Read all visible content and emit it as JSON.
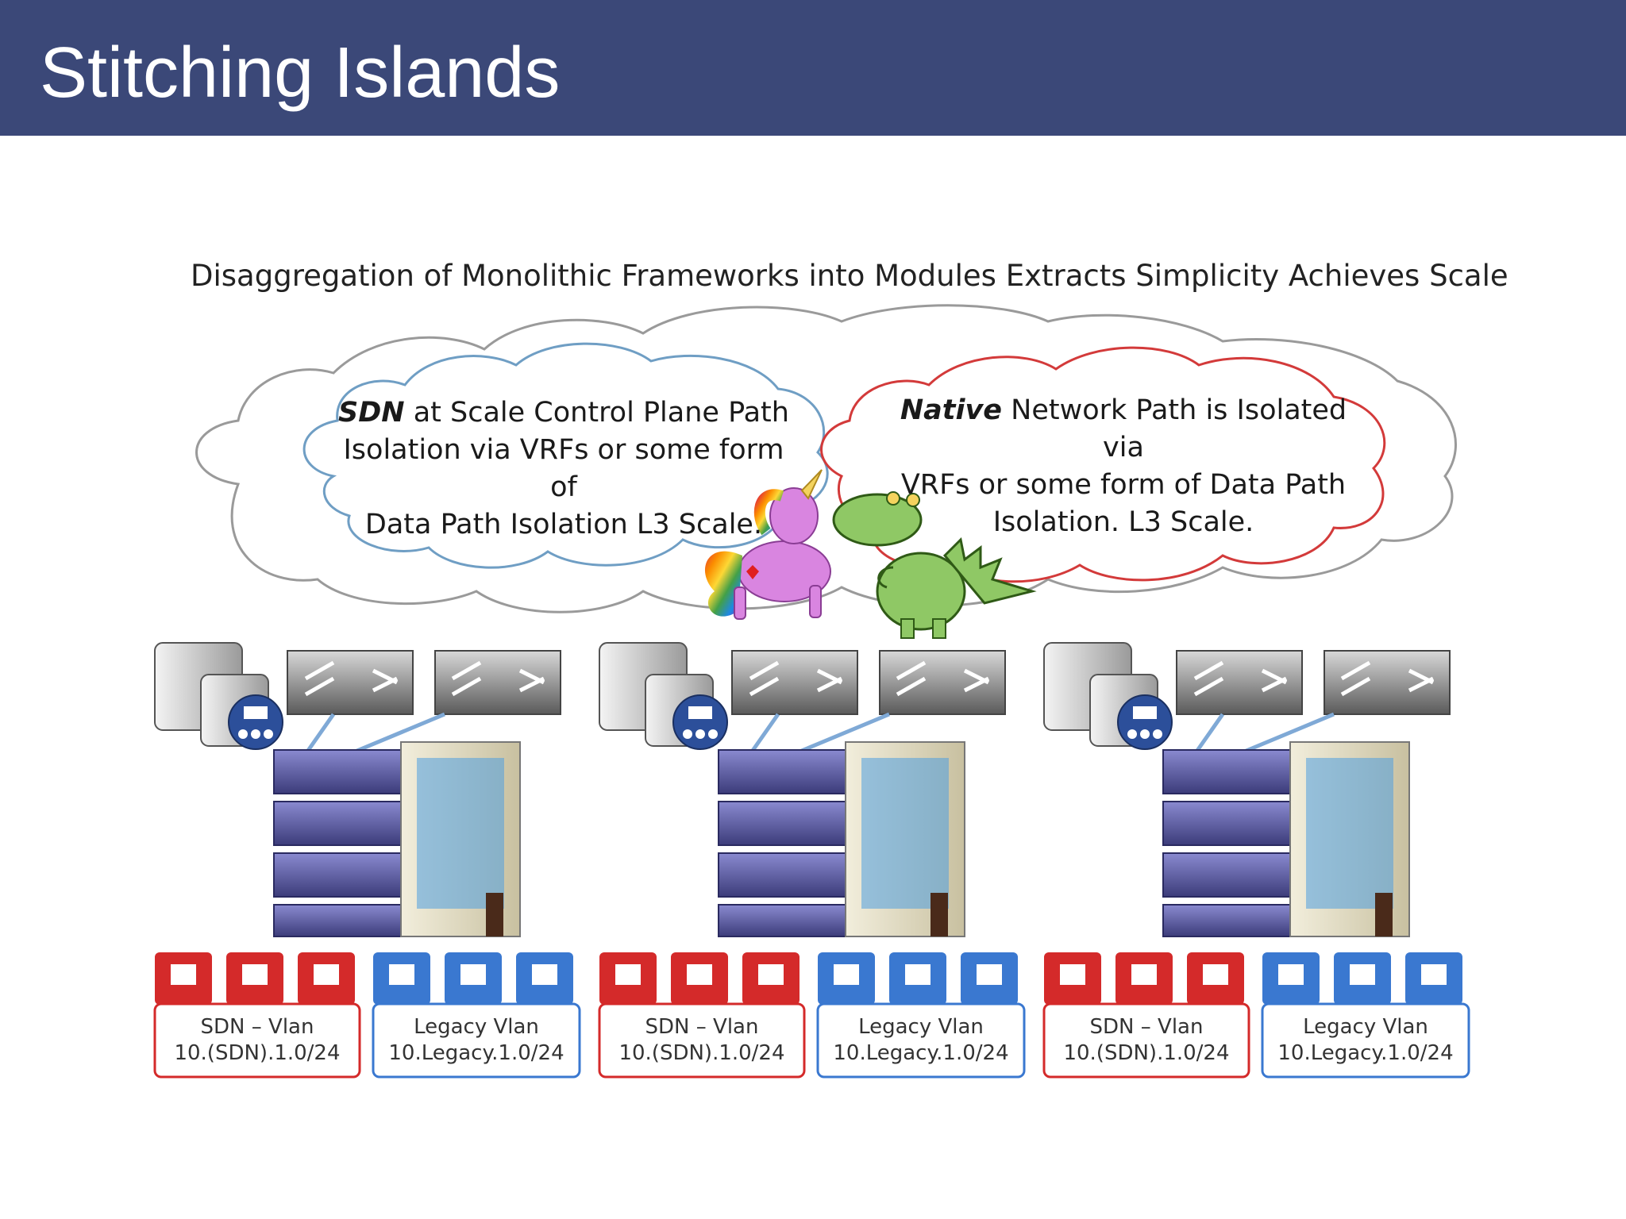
{
  "slide": {
    "title": "Stitching Islands",
    "subtitle": "Disaggregation of Monolithic Frameworks into Modules Extracts Simplicity Achieves Scale"
  },
  "clouds": {
    "sdn": {
      "emphasis": "SDN",
      "text_line1": "at Scale Control Plane Path",
      "text_line2": "Isolation via VRFs or some form of",
      "text_line3": "Data Path Isolation L3 Scale."
    },
    "native": {
      "emphasis": "Native",
      "text_line1": "Network Path is Isolated via",
      "text_line2": "VRFs or some form of Data Path",
      "text_line3": "Isolation. L3 Scale."
    }
  },
  "islands": [
    {
      "sdn_vlan": {
        "name": "SDN – Vlan",
        "subnet": "10.(SDN).1.0/24"
      },
      "legacy_vlan": {
        "name": "Legacy Vlan",
        "subnet": "10.Legacy.1.0/24"
      }
    },
    {
      "sdn_vlan": {
        "name": "SDN – Vlan",
        "subnet": "10.(SDN).1.0/24"
      },
      "legacy_vlan": {
        "name": "Legacy Vlan",
        "subnet": "10.Legacy.1.0/24"
      }
    },
    {
      "sdn_vlan": {
        "name": "SDN – Vlan",
        "subnet": "10.(SDN).1.0/24"
      },
      "legacy_vlan": {
        "name": "Legacy Vlan",
        "subnet": "10.Legacy.1.0/24"
      }
    }
  ],
  "colors": {
    "header": "#3b4878",
    "sdn_red": "#d42a2a",
    "legacy_blue": "#3a78d0",
    "switch_purple": "#4e4e93",
    "cloud_blue": "#6f9ec4",
    "cloud_red": "#d33a3a"
  }
}
